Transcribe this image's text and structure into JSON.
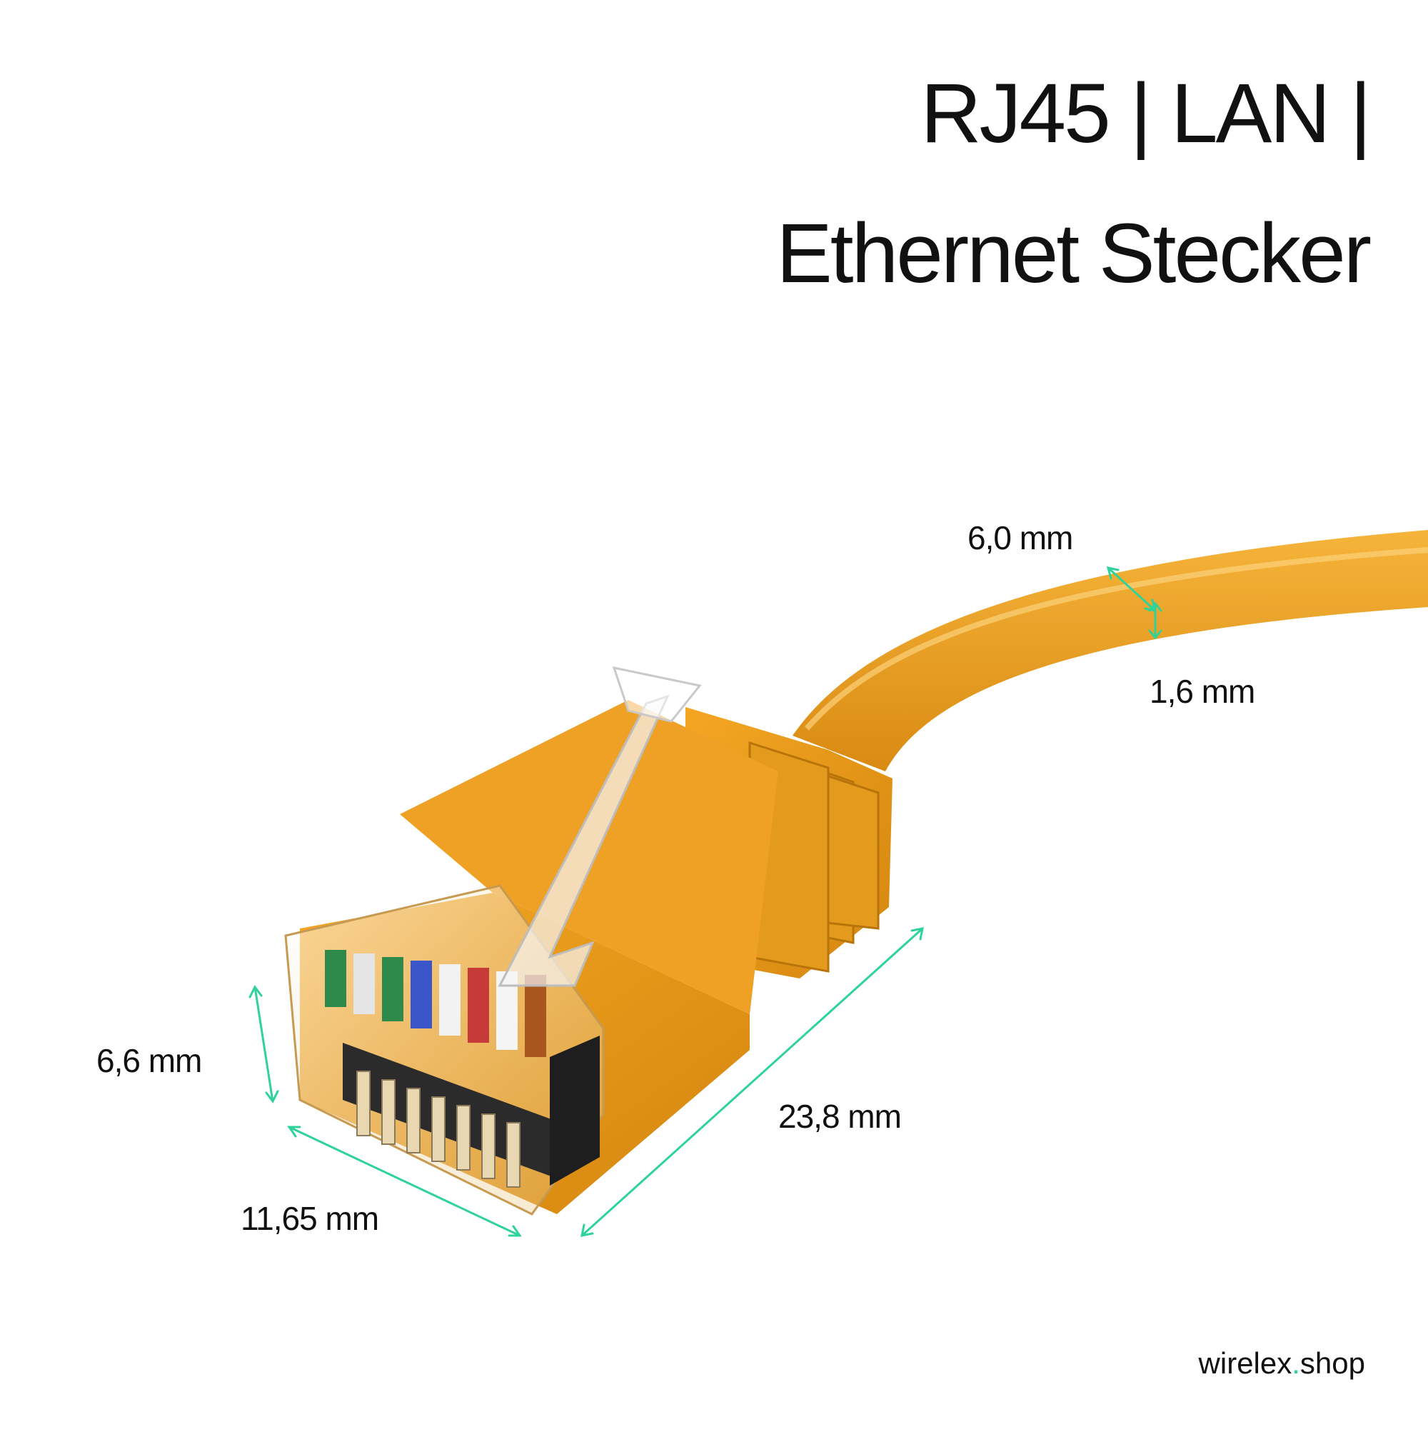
{
  "title": {
    "line1": "RJ45 | LAN |",
    "line2": "Ethernet Stecker"
  },
  "dimensions": {
    "cable_width": "6,0 mm",
    "cable_thickness": "1,6 mm",
    "plug_height": "6,6 mm",
    "plug_width": "11,65 mm",
    "plug_length": "23,8 mm"
  },
  "brand": {
    "name": "wirelex",
    "dot": ".",
    "tld": "shop"
  },
  "colors": {
    "cable": "#f0a020",
    "dimension_line": "#2fd39a",
    "text": "#111111"
  }
}
